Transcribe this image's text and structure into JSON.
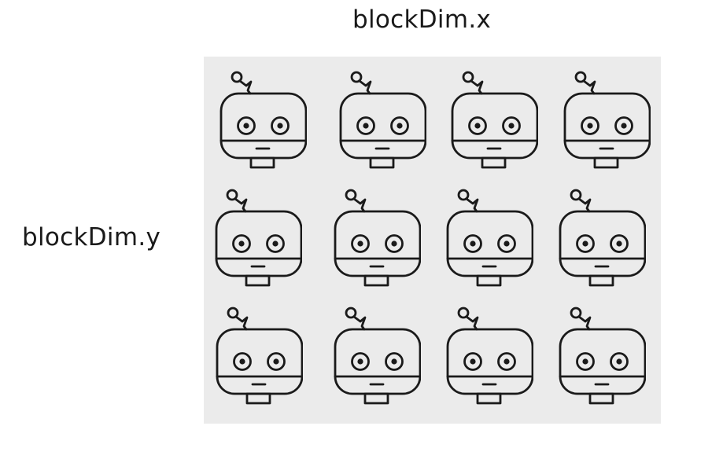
{
  "labels": {
    "x": "blockDim.x",
    "y": "blockDim.y"
  },
  "block": {
    "columns": 4,
    "rows": 3,
    "background": "#ebebeb",
    "thread_icon": "robot-head-icon",
    "stroke_color": "#1a1a1a"
  }
}
